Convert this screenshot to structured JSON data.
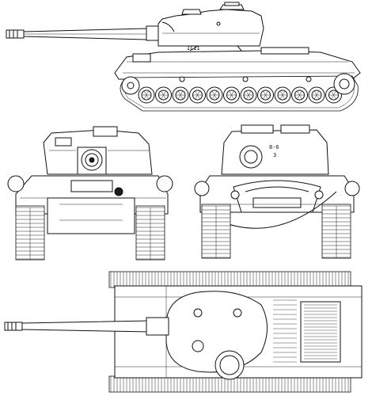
{
  "drawing": {
    "views": [
      {
        "view": "side"
      },
      {
        "view": "front"
      },
      {
        "view": "rear"
      },
      {
        "view": "top"
      }
    ],
    "markings": {
      "side_turret_number": "ICII",
      "rear_turret_code_line1": "8-6",
      "rear_turret_code_line2": "3"
    }
  }
}
